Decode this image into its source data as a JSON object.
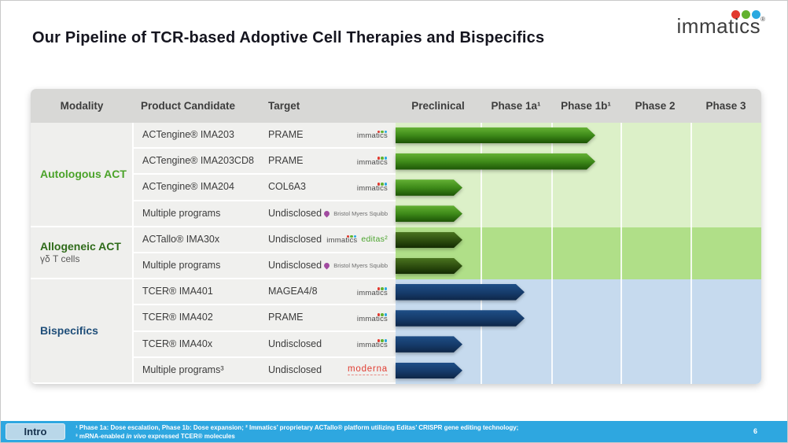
{
  "slide": {
    "title": "Our Pipeline of TCR-based Adoptive Cell Therapies and Bispecifics",
    "page_number": "6",
    "footer_tab_label": "Intro",
    "footnote_line1": "¹ Phase 1a: Dose escalation, Phase 1b: Dose expansion; ² Immatics’ proprietary ACTallo® platform utilizing Editas’ CRISPR gene editing technology;",
    "footnote_line2_pre": "³ mRNA-enabled ",
    "footnote_line2_italic": "in vivo",
    "footnote_line2_post": " expressed TCER® molecules"
  },
  "logo": {
    "text": "immatics",
    "registered": "®"
  },
  "table": {
    "headers": {
      "modality": "Modality",
      "product": "Product Candidate",
      "target": "Target",
      "phases": [
        "Preclinical",
        "Phase 1a¹",
        "Phase 1b¹",
        "Phase 2",
        "Phase 3"
      ]
    },
    "groups": [
      {
        "label": "Autologous ACT",
        "sublabel": "",
        "rows": 4,
        "band_color": "#dcf0c8",
        "label_color": "#4ba32a"
      },
      {
        "label": "Allogeneic ACT",
        "sublabel": "γδ T cells",
        "rows": 2,
        "band_color": "#b0df88",
        "label_color": "#2f6b1a"
      },
      {
        "label": "Bispecifics",
        "sublabel": "",
        "rows": 4,
        "band_color": "#c6daee",
        "label_color": "#1f4e79"
      }
    ],
    "rows": [
      {
        "product": "ACTengine® IMA203",
        "target": "PRAME",
        "partner": "immatics",
        "arrow": "green",
        "extent": 2.65
      },
      {
        "product": "ACTengine® IMA203CD8",
        "target": "PRAME",
        "partner": "immatics",
        "arrow": "green",
        "extent": 2.65
      },
      {
        "product": "ACTengine® IMA204",
        "target": "COL6A3",
        "partner": "immatics",
        "arrow": "green",
        "extent": 0.79
      },
      {
        "product": "Multiple programs",
        "target": "Undisclosed",
        "partner": "bms",
        "arrow": "green",
        "extent": 0.79
      },
      {
        "product": "ACTallo® IMA30x",
        "target": "Undisclosed",
        "partner": "immatics_editas",
        "arrow": "olive",
        "extent": 0.79
      },
      {
        "product": "Multiple programs",
        "target": "Undisclosed",
        "partner": "bms",
        "arrow": "olive",
        "extent": 0.79
      },
      {
        "product": "TCER® IMA401",
        "target": "MAGEA4/8",
        "partner": "immatics",
        "arrow": "navy",
        "extent": 1.63
      },
      {
        "product": "TCER® IMA402",
        "target": "PRAME",
        "partner": "immatics",
        "arrow": "navy",
        "extent": 1.63
      },
      {
        "product": "TCER® IMA40x",
        "target": "Undisclosed",
        "partner": "immatics",
        "arrow": "navy",
        "extent": 0.79
      },
      {
        "product": "Multiple programs³",
        "target": "Undisclosed",
        "partner": "moderna",
        "arrow": "navy",
        "extent": 0.79
      }
    ],
    "partners": {
      "immatics": {
        "label": "immatics"
      },
      "bms": {
        "label": "Bristol Myers Squibb"
      },
      "immatics_editas": {
        "label": "immatics",
        "label2": "editas²"
      },
      "moderna": {
        "label": "moderna"
      }
    }
  },
  "colors": {
    "arrow_green_top": "#64b134",
    "arrow_green_bottom": "#1c5305",
    "arrow_olive_top": "#4a731f",
    "arrow_olive_bottom": "#142b03",
    "arrow_navy_top": "#1e4e87",
    "arrow_navy_bottom": "#0e2647",
    "band_autologous": "#dcf0c8",
    "band_allogeneic": "#b0df88",
    "band_bispecifics": "#c6daee",
    "footer_bar": "#2ea7e0",
    "header_bg": "#d8d8d6",
    "row_bg": "#f0f0ee"
  },
  "chart_data": {
    "type": "bar",
    "title": "Our Pipeline of TCR-based Adoptive Cell Therapies and Bispecifics",
    "phases": [
      "Preclinical",
      "Phase 1a",
      "Phase 1b",
      "Phase 2",
      "Phase 3"
    ],
    "categories": [
      "ACTengine® IMA203",
      "ACTengine® IMA203CD8",
      "ACTengine® IMA204",
      "Multiple programs (BMS)",
      "ACTallo® IMA30x",
      "Multiple programs (BMS)",
      "TCER® IMA401",
      "TCER® IMA402",
      "TCER® IMA40x",
      "Multiple programs³ (moderna)"
    ],
    "groups": [
      "Autologous ACT",
      "Autologous ACT",
      "Autologous ACT",
      "Autologous ACT",
      "Allogeneic ACT γδ T cells",
      "Allogeneic ACT γδ T cells",
      "Bispecifics",
      "Bispecifics",
      "Bispecifics",
      "Bispecifics"
    ],
    "values": [
      2.65,
      2.65,
      0.79,
      0.79,
      0.79,
      0.79,
      1.63,
      1.63,
      0.79,
      0.79
    ],
    "value_meaning": "phase-columns spanned from start of Preclinical (1.0 = end of Preclinical, 2.0 = end of Phase 1a, 3.0 = end of Phase 1b)",
    "xlim": [
      0,
      5
    ],
    "legend_position": "none",
    "grid": true
  }
}
